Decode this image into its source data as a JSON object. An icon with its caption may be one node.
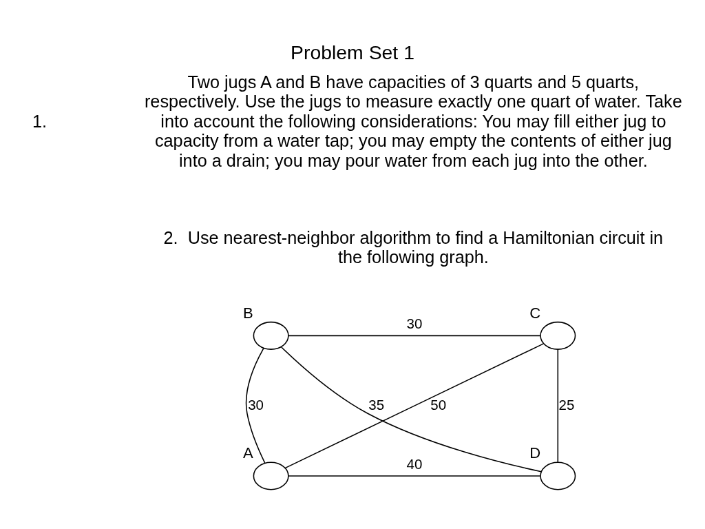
{
  "diagram": {
    "title": "Problem Set 1",
    "nodes": [
      {
        "text": [],
        "shape": "circle",
        "beside": [
          "B"
        ]
      },
      {
        "text": [],
        "shape": "circle",
        "beside": [
          "C"
        ]
      },
      {
        "text": [],
        "shape": "circle",
        "beside": [
          "D"
        ]
      },
      {
        "text": [],
        "shape": "circle",
        "beside": [
          "A"
        ]
      }
    ],
    "edges": [
      {
        "from": 0,
        "to": 1,
        "arrow": "none",
        "label": "30"
      },
      {
        "from": 3,
        "to": 0,
        "arrow": "none",
        "label": "30"
      },
      {
        "from": 3,
        "to": 1,
        "arrow": "none",
        "label": "50"
      },
      {
        "from": 0,
        "to": 2,
        "arrow": "none",
        "label": "35"
      },
      {
        "from": 1,
        "to": 2,
        "arrow": "none",
        "label": "25"
      },
      {
        "from": 3,
        "to": 2,
        "arrow": "none",
        "label": "40"
      }
    ],
    "labels": [
      "1.",
      "Two jugs A and B have capacities of 3 quarts and 5 quarts, respectively. Use the jugs to measure exactly one quart of water. Take into account the following considerations: You may fill either jug to capacity from a water tap; you may empty the contents of either jug into a drain; you may pour water from each jug into the other.",
      "2.  Use nearest-neighbor algorithm to find a Hamiltonian circuit in the following graph."
    ]
  }
}
